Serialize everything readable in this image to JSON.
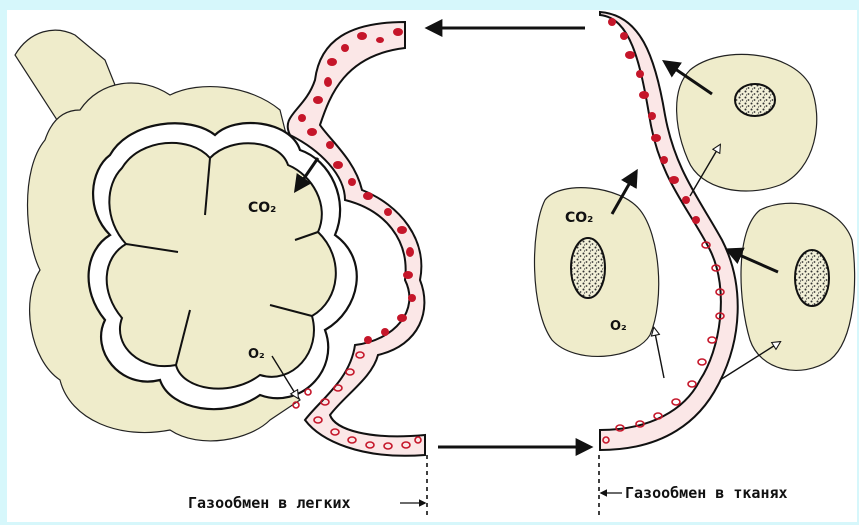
{
  "labels": {
    "co2_lung": "CO₂",
    "o2_lung": "O₂",
    "co2_tissue": "CO₂",
    "o2_tissue": "O₂"
  },
  "captions": {
    "lungs": "Газообмен в легких",
    "tissues": "Газообмен в тканях"
  },
  "colors": {
    "frame": "#d6f7fb",
    "tissue_fill": "#efeccb",
    "vessel_fill": "#fbe7e7",
    "red_cell": "#c5162a",
    "ink": "#111111",
    "nucleus": "#555555"
  }
}
